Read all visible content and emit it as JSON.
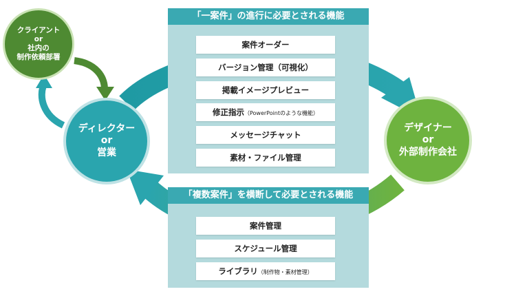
{
  "colors": {
    "teal": "#2aa5ae",
    "green": "#6eb33f",
    "dark_green": "#4e8a32",
    "panel_bg": "#b4dadd",
    "panel_head": "#3aa9b2"
  },
  "client": {
    "line1": "クライアント",
    "line2": "or",
    "line3": "社内の",
    "line4": "制作依頼部署"
  },
  "director": {
    "line1": "ディレクター",
    "line2": "or",
    "line3": "営業"
  },
  "designer": {
    "line1": "デザイナー",
    "line2": "or",
    "line3": "外部制作会社"
  },
  "top_panel": {
    "title": "「一案件」の進行に必要とされる機能",
    "items": [
      {
        "label": "案件オーダー"
      },
      {
        "label": "バージョン管理（可視化）"
      },
      {
        "label": "掲載イメージプレビュー"
      },
      {
        "label": "修正指示",
        "note": "（PowerPointのような機能）"
      },
      {
        "label": "メッセージチャット"
      },
      {
        "label": "素材・ファイル管理"
      }
    ]
  },
  "bottom_panel": {
    "title": "「複数案件」を横断して必要とされる機能",
    "items": [
      {
        "label": "案件管理"
      },
      {
        "label": "スケジュール管理"
      },
      {
        "label": "ライブラリ",
        "note": "（制作物・素材管理）"
      }
    ]
  }
}
